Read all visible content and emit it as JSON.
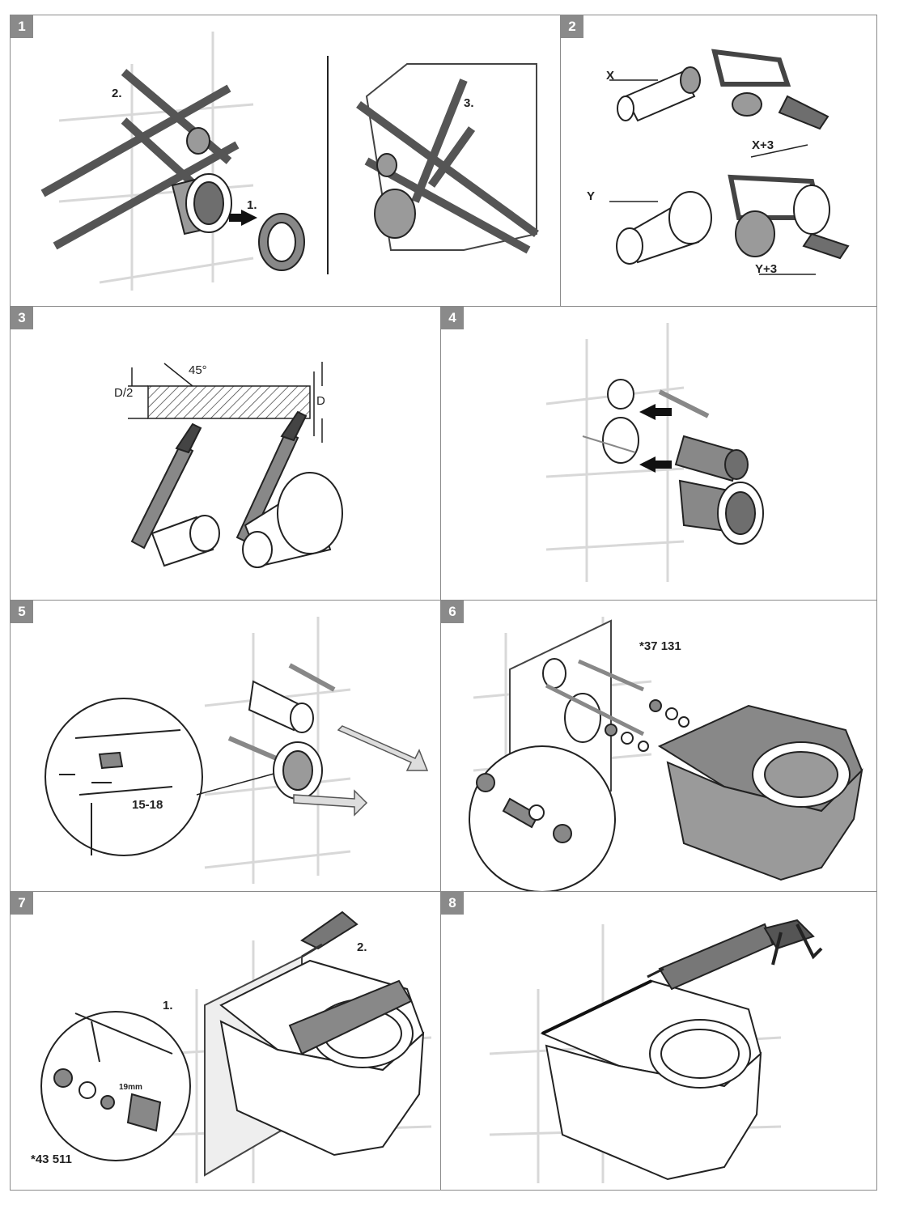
{
  "steps": [
    {
      "number": "1",
      "labels": [
        "2.",
        "1.",
        "3."
      ]
    },
    {
      "number": "2",
      "labels": [
        "X",
        "X+3",
        "Y",
        "Y+3"
      ]
    },
    {
      "number": "3",
      "labels": [
        "45°",
        "D/2",
        "D"
      ]
    },
    {
      "number": "4",
      "labels": []
    },
    {
      "number": "5",
      "labels": [
        "15-18"
      ]
    },
    {
      "number": "6",
      "labels": [
        "*37 131"
      ]
    },
    {
      "number": "7",
      "labels": [
        "1.",
        "2.",
        "19mm",
        "*43 511"
      ]
    },
    {
      "number": "8",
      "labels": []
    }
  ],
  "colors": {
    "border": "#8a8a8a",
    "badge": "#8a8a8a",
    "line": "#222222",
    "fill_dark": "#6e6e6e",
    "fill_mid": "#9a9a9a",
    "tile": "#d8d8d8"
  }
}
